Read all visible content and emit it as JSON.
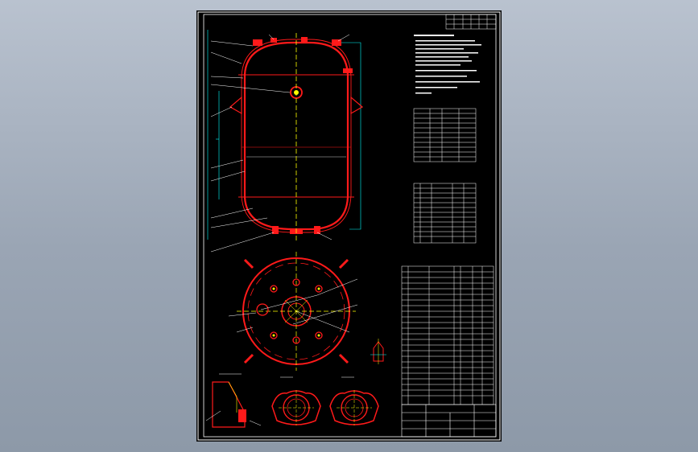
{
  "viewer": {
    "background_top": "#b9c2cf",
    "background_bottom": "#8d99a8",
    "sheet_color": "#000000"
  },
  "drawing": {
    "frame_color": "#ffffff",
    "vessel_color": "#ff1a1a",
    "centerline_color": "#ffff00",
    "leader_color": "#ffffff",
    "jacket_color": "#00ffff",
    "text_color": "#ffffff",
    "icons": [
      "pressure-vessel-elevation",
      "pressure-vessel-plan-view",
      "nozzle-detail",
      "support-lug-detail"
    ]
  }
}
